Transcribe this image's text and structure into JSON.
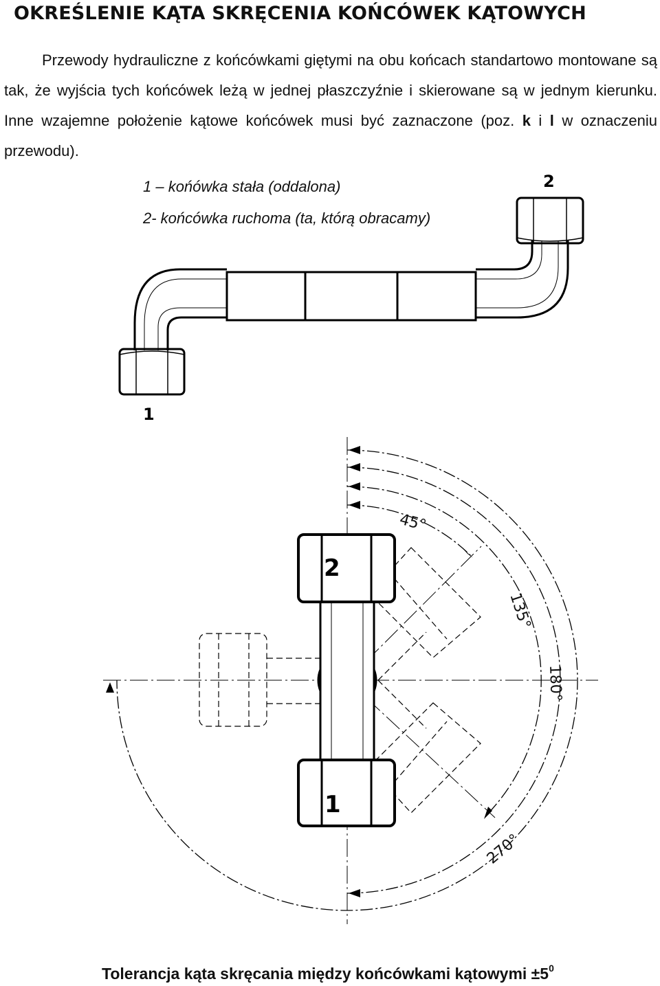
{
  "document": {
    "title": "OKREŚLENIE KĄTA SKRĘCENIA KOŃCÓWEK KĄTOWYCH",
    "intro_before_k": "Przewody hydrauliczne z końcówkami giętymi na obu końcach standartowo montowane są tak, że wyjścia tych końcówek leżą w jednej płaszczyźnie i skierowane są w jednym kierunku. Inne wzajemne położenie kątowe końcówek musi być zaznaczone (poz. ",
    "intro_k": "k",
    "intro_and": " i ",
    "intro_l": "l",
    "intro_after": " w oznaczeniu przewodu).",
    "legend": [
      "1 – końówka stała (oddalona)",
      "2- końcówka ruchoma (ta, którą obracamy)"
    ],
    "footer_text": "Tolerancja kąta skręcania między końcówkami kątowymi ±5",
    "footer_sup": "0"
  },
  "hose_diagram": {
    "label_fixed_end": "1",
    "label_movable_end": "2"
  },
  "angle_diagram": {
    "label_top_fitting": "2",
    "label_bottom_fitting": "1",
    "angles": [
      "45°",
      "135°",
      "180°",
      "270°"
    ]
  }
}
